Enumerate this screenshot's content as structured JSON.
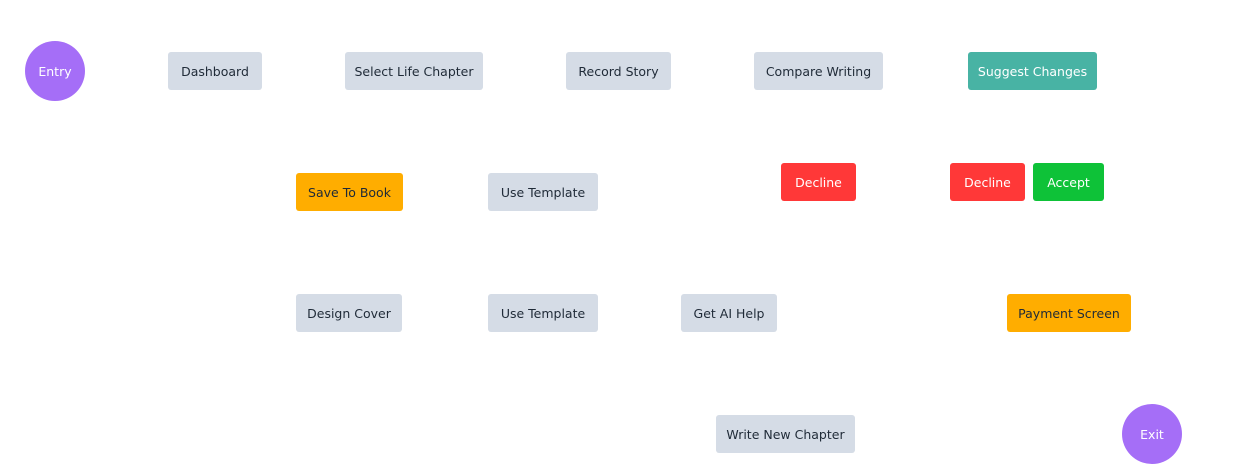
{
  "diagram": {
    "entry": "Entry",
    "exit": "Exit",
    "row1": {
      "dashboard": "Dashboard",
      "select_life_chapter": "Select Life Chapter",
      "record_story": "Record Story",
      "compare_writing": "Compare Writing",
      "suggest_changes": "Suggest Changes"
    },
    "row2": {
      "save_to_book": "Save To Book",
      "use_template": "Use Template",
      "decline_1": "Decline",
      "decline_2": "Decline",
      "accept": "Accept"
    },
    "row3": {
      "design_cover": "Design Cover",
      "use_template": "Use Template",
      "get_ai_help": "Get AI Help",
      "payment_screen": "Payment Screen"
    },
    "row4": {
      "write_new_chapter": "Write New Chapter"
    },
    "colors": {
      "default_node": "#d5dce6",
      "terminal": "#a56ef7",
      "suggest": "#48b3a4",
      "highlight": "#ffad00",
      "decline": "#ff3838",
      "accept": "#0ec238"
    }
  }
}
